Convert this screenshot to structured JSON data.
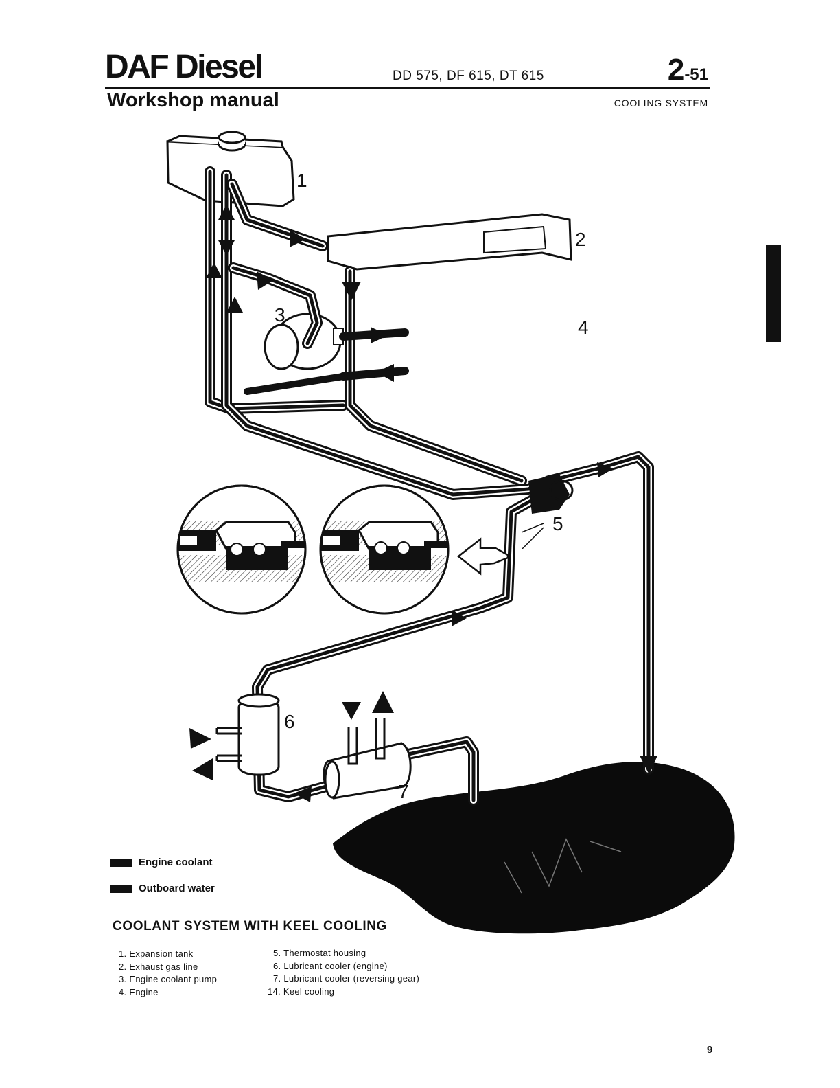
{
  "header": {
    "brand": "DAF Diesel",
    "subtitle": "Workshop manual",
    "models": "DD 575, DF 615, DT 615",
    "page_chapter": "2",
    "page_suffix": "-51",
    "section": "COOLING SYSTEM"
  },
  "diagram": {
    "callouts": [
      "1",
      "2",
      "3",
      "4",
      "5",
      "6",
      "7"
    ]
  },
  "legend": [
    {
      "label": "Engine coolant"
    },
    {
      "label": "Outboard water"
    }
  ],
  "caption": "COOLANT SYSTEM WITH KEEL COOLING",
  "parts_left": [
    "1. Expansion tank",
    "2. Exhaust gas line",
    "3. Engine coolant pump",
    "4. Engine"
  ],
  "parts_right": [
    "5. Thermostat housing",
    "6. Lubricant cooler (engine)",
    "7. Lubricant cooler (reversing gear)",
    "14. Keel cooling"
  ],
  "footer": {
    "page_number": "9"
  }
}
